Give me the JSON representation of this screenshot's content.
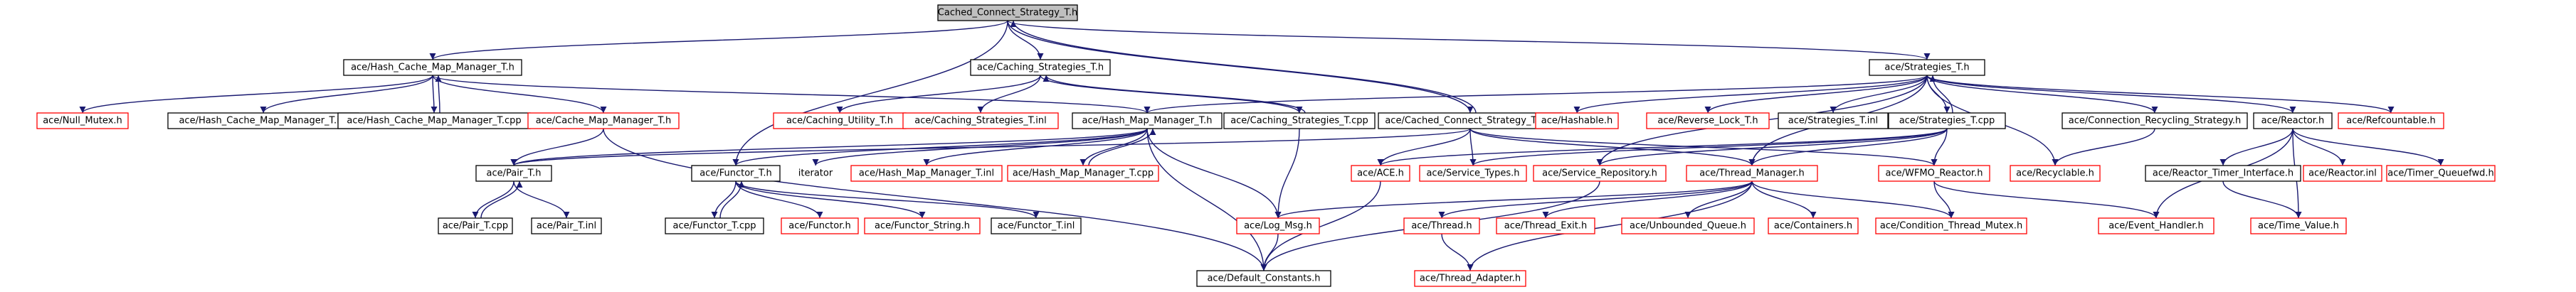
{
  "colors": {
    "edge": "#191970",
    "box_fill": "#ffffff",
    "box_border_doc": "#000000",
    "box_border_missing": "#ff0000",
    "root_fill": "#bfbfbf",
    "text": "#000000"
  },
  "nodes": [
    {
      "id": "root",
      "label": "Cached_Connect_Strategy_T.h",
      "kind": "root"
    },
    {
      "id": "hcmm",
      "label": "ace/Hash_Cache_Map_Manager_T.h",
      "kind": "doc"
    },
    {
      "id": "cs",
      "label": "ace/Caching_Strategies_T.h",
      "kind": "doc"
    },
    {
      "id": "strat",
      "label": "ace/Strategies_T.h",
      "kind": "doc"
    },
    {
      "id": "nullmutex",
      "label": "ace/Null_Mutex.h",
      "kind": "missing"
    },
    {
      "id": "hcmminl",
      "label": "ace/Hash_Cache_Map_Manager_T.inl",
      "kind": "doc"
    },
    {
      "id": "hcmmcpp",
      "label": "ace/Hash_Cache_Map_Manager_T.cpp",
      "kind": "doc"
    },
    {
      "id": "cmm",
      "label": "ace/Cache_Map_Manager_T.h",
      "kind": "missing"
    },
    {
      "id": "cutil",
      "label": "ace/Caching_Utility_T.h",
      "kind": "missing"
    },
    {
      "id": "csinl",
      "label": "ace/Caching_Strategies_T.inl",
      "kind": "missing"
    },
    {
      "id": "hmm",
      "label": "ace/Hash_Map_Manager_T.h",
      "kind": "doc"
    },
    {
      "id": "cscpp",
      "label": "ace/Caching_Strategies_T.cpp",
      "kind": "doc"
    },
    {
      "id": "ccscpp",
      "label": "ace/Cached_Connect_Strategy_T.cpp",
      "kind": "doc"
    },
    {
      "id": "hashable",
      "label": "ace/Hashable.h",
      "kind": "missing"
    },
    {
      "id": "revlock",
      "label": "ace/Reverse_Lock_T.h",
      "kind": "missing"
    },
    {
      "id": "stratinl",
      "label": "ace/Strategies_T.inl",
      "kind": "doc"
    },
    {
      "id": "stratcpp",
      "label": "ace/Strategies_T.cpp",
      "kind": "doc"
    },
    {
      "id": "connrec",
      "label": "ace/Connection_Recycling_Strategy.h",
      "kind": "doc"
    },
    {
      "id": "reactor",
      "label": "ace/Reactor.h",
      "kind": "doc"
    },
    {
      "id": "refcount",
      "label": "ace/Refcountable.h",
      "kind": "missing"
    },
    {
      "id": "pair",
      "label": "ace/Pair_T.h",
      "kind": "doc"
    },
    {
      "id": "functor",
      "label": "ace/Functor_T.h",
      "kind": "doc"
    },
    {
      "id": "iterator",
      "label": "iterator",
      "kind": "plain"
    },
    {
      "id": "hmminl",
      "label": "ace/Hash_Map_Manager_T.inl",
      "kind": "missing"
    },
    {
      "id": "hmmcpp",
      "label": "ace/Hash_Map_Manager_T.cpp",
      "kind": "missing"
    },
    {
      "id": "acefile",
      "label": "ace/ACE.h",
      "kind": "missing"
    },
    {
      "id": "svctypes",
      "label": "ace/Service_Types.h",
      "kind": "missing"
    },
    {
      "id": "svcrepo",
      "label": "ace/Service_Repository.h",
      "kind": "missing"
    },
    {
      "id": "tmgr",
      "label": "ace/Thread_Manager.h",
      "kind": "missing"
    },
    {
      "id": "wfmo",
      "label": "ace/WFMO_Reactor.h",
      "kind": "missing"
    },
    {
      "id": "recyclable",
      "label": "ace/Recyclable.h",
      "kind": "missing"
    },
    {
      "id": "rtimer",
      "label": "ace/Reactor_Timer_Interface.h",
      "kind": "doc"
    },
    {
      "id": "reactorinl",
      "label": "ace/Reactor.inl",
      "kind": "missing"
    },
    {
      "id": "timerqf",
      "label": "ace/Timer_Queuefwd.h",
      "kind": "missing"
    },
    {
      "id": "paircpp",
      "label": "ace/Pair_T.cpp",
      "kind": "doc"
    },
    {
      "id": "pairinl",
      "label": "ace/Pair_T.inl",
      "kind": "doc"
    },
    {
      "id": "functorcpp",
      "label": "ace/Functor_T.cpp",
      "kind": "doc"
    },
    {
      "id": "functorh",
      "label": "ace/Functor.h",
      "kind": "missing"
    },
    {
      "id": "functorstr",
      "label": "ace/Functor_String.h",
      "kind": "missing"
    },
    {
      "id": "functorinl",
      "label": "ace/Functor_T.inl",
      "kind": "doc"
    },
    {
      "id": "logmsg",
      "label": "ace/Log_Msg.h",
      "kind": "missing"
    },
    {
      "id": "thread",
      "label": "ace/Thread.h",
      "kind": "missing"
    },
    {
      "id": "texit",
      "label": "ace/Thread_Exit.h",
      "kind": "missing"
    },
    {
      "id": "unbq",
      "label": "ace/Unbounded_Queue.h",
      "kind": "missing"
    },
    {
      "id": "containers",
      "label": "ace/Containers.h",
      "kind": "missing"
    },
    {
      "id": "condmutex",
      "label": "ace/Condition_Thread_Mutex.h",
      "kind": "missing"
    },
    {
      "id": "evhandler",
      "label": "ace/Event_Handler.h",
      "kind": "missing"
    },
    {
      "id": "timevalue",
      "label": "ace/Time_Value.h",
      "kind": "missing"
    },
    {
      "id": "defconst",
      "label": "ace/Default_Constants.h",
      "kind": "doc"
    },
    {
      "id": "tadapter",
      "label": "ace/Thread_Adapter.h",
      "kind": "missing"
    }
  ],
  "edges": [
    [
      "root",
      "hcmm"
    ],
    [
      "root",
      "cs"
    ],
    [
      "root",
      "strat"
    ],
    [
      "root",
      "functor"
    ],
    [
      "root",
      "ccscpp"
    ],
    [
      "hcmm",
      "nullmutex"
    ],
    [
      "hcmm",
      "hcmminl"
    ],
    [
      "hcmm",
      "hcmmcpp"
    ],
    [
      "hcmm",
      "cmm"
    ],
    [
      "hcmm",
      "hmm"
    ],
    [
      "hcmmcpp",
      "hcmm"
    ],
    [
      "cs",
      "cutil"
    ],
    [
      "cs",
      "csinl"
    ],
    [
      "cs",
      "cscpp"
    ],
    [
      "cscpp",
      "cs"
    ],
    [
      "cmm",
      "pair"
    ],
    [
      "cmm",
      "defconst"
    ],
    [
      "hmm",
      "pair"
    ],
    [
      "hmm",
      "functor"
    ],
    [
      "hmm",
      "iterator"
    ],
    [
      "hmm",
      "hmminl"
    ],
    [
      "hmm",
      "hmmcpp"
    ],
    [
      "hmm",
      "logmsg"
    ],
    [
      "hmm",
      "defconst"
    ],
    [
      "hmmcpp",
      "hmm"
    ],
    [
      "cscpp",
      "logmsg"
    ],
    [
      "ccscpp",
      "root"
    ],
    [
      "ccscpp",
      "pair"
    ],
    [
      "ccscpp",
      "acefile"
    ],
    [
      "ccscpp",
      "svctypes"
    ],
    [
      "ccscpp",
      "tmgr"
    ],
    [
      "ccscpp",
      "wfmo"
    ],
    [
      "strat",
      "hmm"
    ],
    [
      "strat",
      "hashable"
    ],
    [
      "strat",
      "revlock"
    ],
    [
      "strat",
      "stratinl"
    ],
    [
      "strat",
      "stratcpp"
    ],
    [
      "strat",
      "connrec"
    ],
    [
      "strat",
      "reactor"
    ],
    [
      "strat",
      "refcount"
    ],
    [
      "strat",
      "recyclable"
    ],
    [
      "strat",
      "svcrepo"
    ],
    [
      "strat",
      "tmgr"
    ],
    [
      "stratcpp",
      "strat"
    ],
    [
      "stratcpp",
      "acefile"
    ],
    [
      "stratcpp",
      "svctypes"
    ],
    [
      "stratcpp",
      "svcrepo"
    ],
    [
      "stratcpp",
      "tmgr"
    ],
    [
      "stratcpp",
      "wfmo"
    ],
    [
      "connrec",
      "recyclable"
    ],
    [
      "reactor",
      "rtimer"
    ],
    [
      "reactor",
      "reactorinl"
    ],
    [
      "reactor",
      "timerqf"
    ],
    [
      "reactor",
      "evhandler"
    ],
    [
      "reactor",
      "timevalue"
    ],
    [
      "rtimer",
      "timevalue"
    ],
    [
      "wfmo",
      "evhandler"
    ],
    [
      "wfmo",
      "condmutex"
    ],
    [
      "pair",
      "paircpp"
    ],
    [
      "pair",
      "pairinl"
    ],
    [
      "paircpp",
      "pair"
    ],
    [
      "functor",
      "functorcpp"
    ],
    [
      "functor",
      "functorh"
    ],
    [
      "functor",
      "functorstr"
    ],
    [
      "functor",
      "functorinl"
    ],
    [
      "functorcpp",
      "functor"
    ],
    [
      "acefile",
      "defconst"
    ],
    [
      "svcrepo",
      "defconst"
    ],
    [
      "logmsg",
      "defconst"
    ],
    [
      "tmgr",
      "thread"
    ],
    [
      "tmgr",
      "texit"
    ],
    [
      "tmgr",
      "unbq"
    ],
    [
      "tmgr",
      "containers"
    ],
    [
      "tmgr",
      "condmutex"
    ],
    [
      "tmgr",
      "tadapter"
    ],
    [
      "tmgr",
      "logmsg"
    ],
    [
      "thread",
      "tadapter"
    ]
  ]
}
